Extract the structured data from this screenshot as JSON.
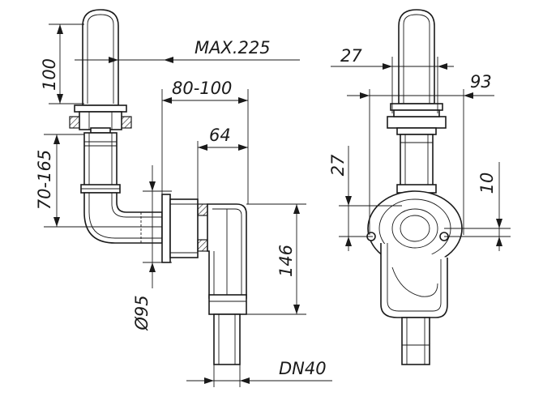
{
  "drawing": {
    "dimensions": {
      "max_length": "MAX.225",
      "top_length": "100",
      "wall_distance": "80-100",
      "width_64": "64",
      "height_range": "70-165",
      "height_146": "146",
      "diameter_95": "Ø95",
      "outlet_size": "DN40",
      "width_27": "27",
      "width_93": "93",
      "height_27": "27",
      "height_10": "10"
    }
  }
}
